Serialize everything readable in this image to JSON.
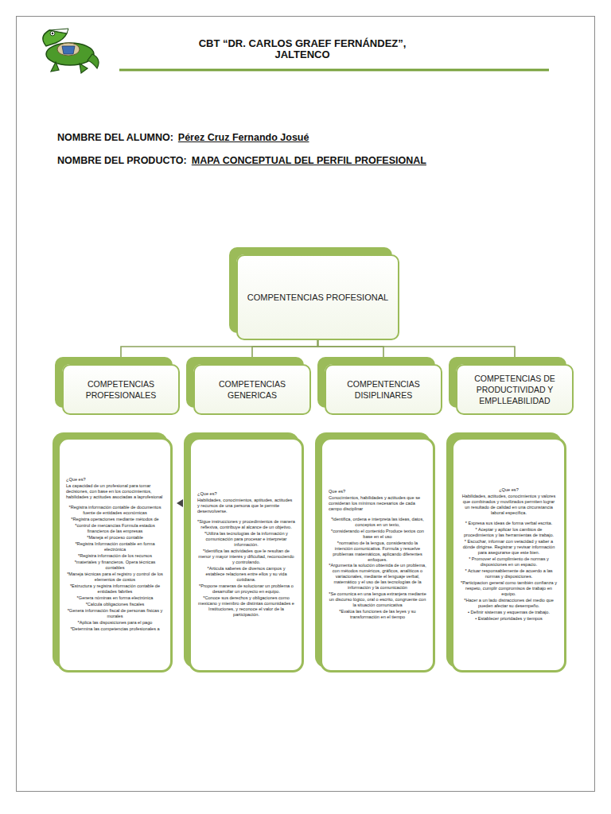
{
  "diagram": {
    "title": "CBT “DR. CARLOS GRAEF FERNÁNDEZ”, JALTENCO",
    "nodes": [
      {
        "text": [
          "COMPENTENCIAS PROFESIONAL"
        ]
      },
      {
        "text": [
          "COMPETENCIAS PROFESIONALES"
        ]
      },
      {
        "text": [
          "COMPETENCIAS GENERICAS"
        ]
      },
      {
        "text": [
          "COMPENTENCIAS DISIPLINARES"
        ]
      },
      {
        "text": [
          "COMPETENCIAS DE PRODUCTIVIDAD Y EMPLLEABILIDAD"
        ]
      },
      {
        "text": [
          "¿Que es?",
          "La capacidad de un profesional para tomar decisiones, con base en los conocimientos, habilidades y actitudes asociadas a laprofesional",
          "*Registra información contable de documentos fuente de entidades económicas",
          "*Registra operaciones mediante métodos de",
          "*control de mercancías Formula estados financieros de las empresas",
          "*Maneja el proceso contable",
          "*Registra Información contable en forma electrónica",
          "*Registra información de los recursos",
          "*materiales y financieros. Opera técnicas contables",
          "*Maneja técnicas para el registro y control de los elementos de costos",
          "*Estructura y registra información contable de entidades fabriles",
          "*Genera nóminas en forma electrónica",
          "*Calcula obligaciones fiscales",
          "*Genera información fiscal de personas físicas y morales",
          "*Aplica las disposiciones para el pago",
          "*Determina las competencias profesionales a"
        ]
      },
      {
        "text": [
          "¿Que es?",
          "Habilidades, conocimientos, aptitudes, actitudes y recursos de una persona que le permite desenvolverse.",
          "*Sigue instrucciones y procedimientos de manera reflexiva, contribuye al alcance de un objetivo.",
          "*Utiliza las tecnologías de la información y comunicación para procesar e interpretar información.",
          "*Identifica las actividades que le resultan de menor y mayor interés y dificultad, reconociendo y controlando.",
          "*Articula saberes de diversos campos y establece relaciones entre ellos y su vida cotidiana.",
          "*Propone maneras de solucionar un problema o desarrollar un proyecto en equipo.",
          "*Conoce sus derechos y obligaciones como mexicano y miembro de distintas comunidades e Instituciones, y reconoce el valor de la participación."
        ]
      },
      {
        "text": [
          "Que es?",
          "Conocimientos, habilidades y actitudes que se consideran los mínimos necesarios de cada campo disciplinar",
          "*identifica, ordena e interpreta las ideas, datos, conceptos en un texto,",
          "*considerando el contenido Produce textos con base en el uso",
          "*normativo de la lengua, considerando la intención comunicativa. Formula y resuelve problemas matemáticos, aplicando diferentes enfoques.",
          "*Argumenta la solución obtenida de un problema, con métodos numéricos, gráficos, analíticos o variacionales, mediante el lenguaje verbal, matemático y el uso de las tecnologías de la información y la comunicación",
          "*Se comunica en una lengua extranjera mediante un discurso lógico, oral o escrito, congruente con la situación comunicativa",
          "*Evalúa las funciones de las leyes y su transformación en el tiempo"
        ]
      },
      {
        "text": [
          "¿Que es?",
          "Habilidades, actitudes, conocimientos y valores que combinados y movilizados permiten lograr un resultado de calidad en una circunstancia laboral específica.",
          "* Expresa sus ideas de forma verbal escrita.",
          "* Aceptar y aplicar los cambios de procedimientos y las herramientas de trabajo.",
          "* Escuchar, informar con veracidad y saber a dónde dirigirse. Registrar y revisar información para asegurarse que este bien.",
          "* Promover el cumplimiento de normas y disposiciones en un espacio.",
          "* Actuar responsablemente de acuerdo a las normas y disposiciones.",
          "*Participacion general como también confianza y respeto, cumplir compromisos de trabajo en equipo.",
          "*Hacer a un lado distracciones del medio que pueden afectar su desempeño.",
          "• Definir sistemas y esquemas de trabajo.",
          "• Establecer prioridades y tiempos"
        ]
      }
    ],
    "edges": [
      {
        "from": 0,
        "to": 1,
        "arrow": "none"
      },
      {
        "from": 0,
        "to": 2,
        "arrow": "none"
      },
      {
        "from": 0,
        "to": 3,
        "arrow": "none"
      },
      {
        "from": 0,
        "to": 4,
        "arrow": "none"
      }
    ],
    "labels": [
      "NOMBRE DEL ALUMNO:",
      "Pérez Cruz Fernando Josué",
      "NOMBRE DEL PRODUCTO:",
      "MAPA CONCEPTUAL DEL PERFIL PROFESIONAL"
    ]
  }
}
